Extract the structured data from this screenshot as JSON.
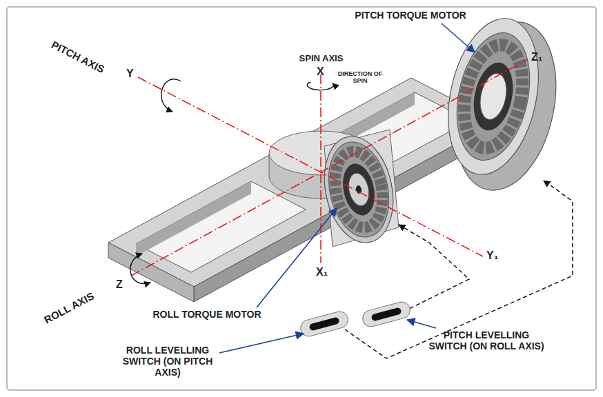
{
  "diagram": {
    "labels": [
      "PITCH TORQUE MOTOR",
      "SPIN AXIS",
      "X",
      "PITCH AXIS",
      "Y",
      "DIRECTION OF SPIN",
      "Z₁",
      "Z",
      "ROLL AXIS",
      "ROLL TORQUE MOTOR",
      "Y₁",
      "X₁",
      "ROLL LEVELLING SWITCH (ON PITCH AXIS)",
      "PITCH LEVELLING SWITCH (ON ROLL AXIS)"
    ]
  }
}
